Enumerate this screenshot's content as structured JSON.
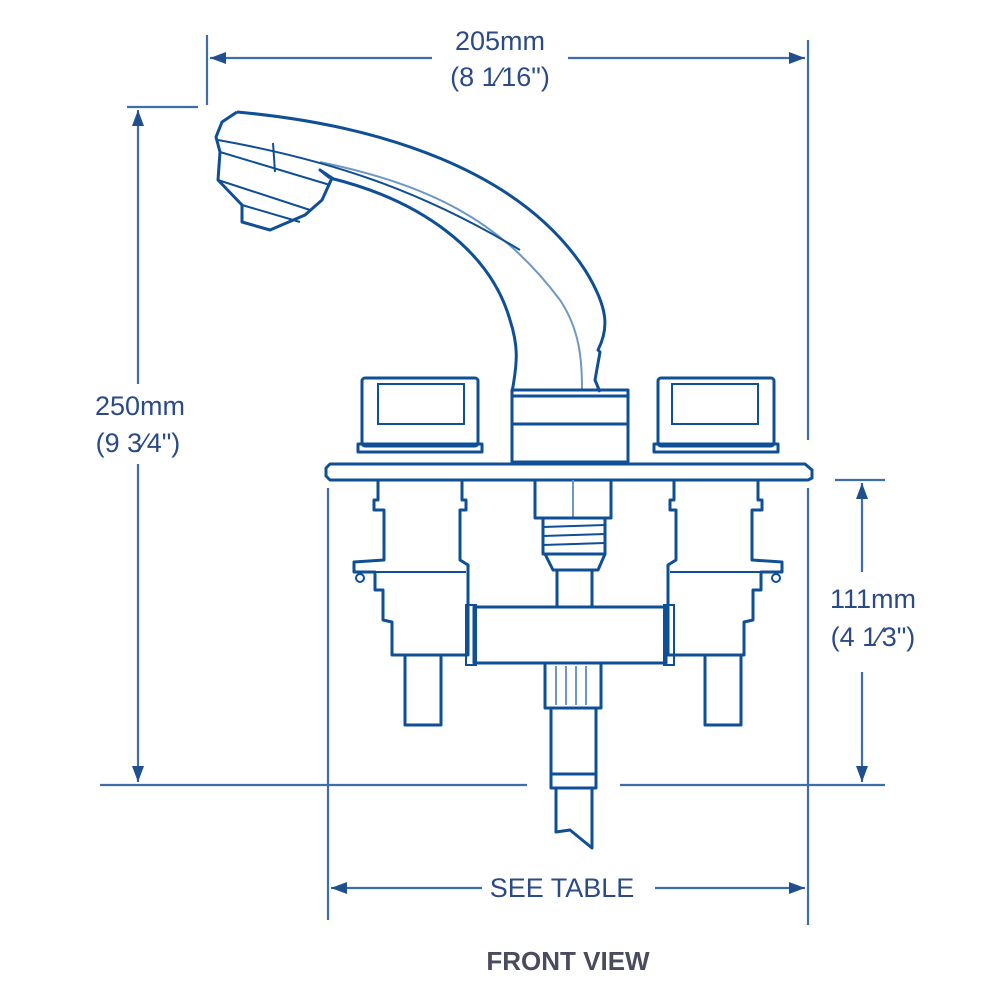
{
  "dimensions": {
    "width_mm": "205mm",
    "width_in": "(8 1⁄16\")",
    "height_mm": "250mm",
    "height_in": "(9 3⁄4\")",
    "below_deck_mm": "111mm",
    "below_deck_in": "(4 1⁄3\")",
    "spread": "SEE TABLE"
  },
  "caption": "FRONT VIEW",
  "colors": {
    "line": "#0f4f95",
    "label": "#2b4a86",
    "caption": "#4b4b5e"
  }
}
